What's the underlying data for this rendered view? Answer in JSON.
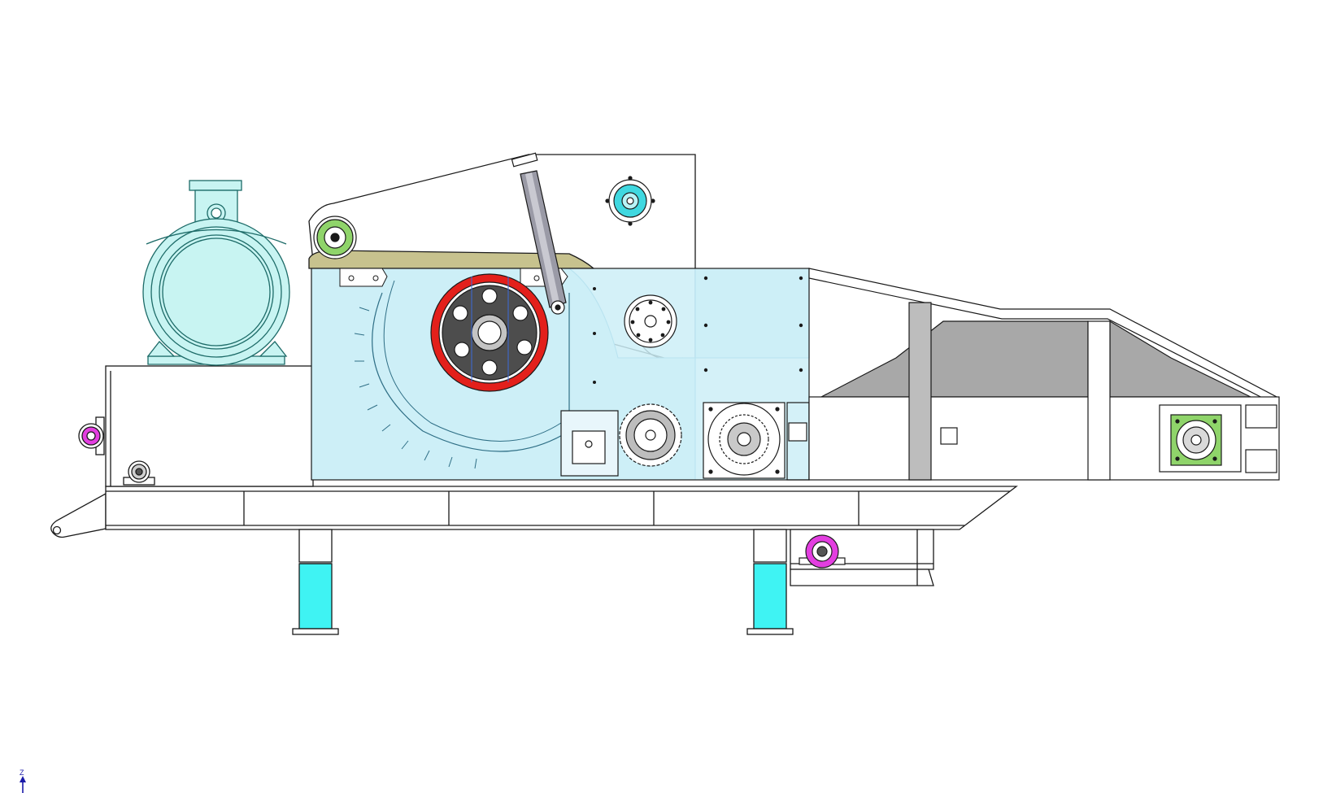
{
  "view": {
    "background": "#ffffff"
  },
  "triad": {
    "axis_label": "Z",
    "color": "#1a1aa8"
  },
  "colors": {
    "outline": "#1a1a1a",
    "motor_fill": "#c8f4f2",
    "motor_edge": "#1d6b68",
    "housing_fill": "#cdeef7",
    "housing_edge": "#4aa3c8",
    "rotor_ring": "#e3201b",
    "rotor_hub": "#4d4d4d",
    "arm_fill": "#c7c28e",
    "bearing_green": "#8fd46a",
    "bearing_magenta": "#e33ee0",
    "bearing_cyan": "#40d8e0",
    "leg_fill": "#3ff3f3",
    "hopper_fill": "#a8a8a8",
    "hopper_post": "#bdbdbd"
  },
  "components": [
    "drive-motor",
    "drum-housing",
    "rotor-drum",
    "feed-roller-arm",
    "hydraulic-cylinder",
    "feed-roller-upper",
    "feed-roller-lower",
    "infeed-hopper",
    "base-frame",
    "support-legs",
    "bearing-units"
  ]
}
